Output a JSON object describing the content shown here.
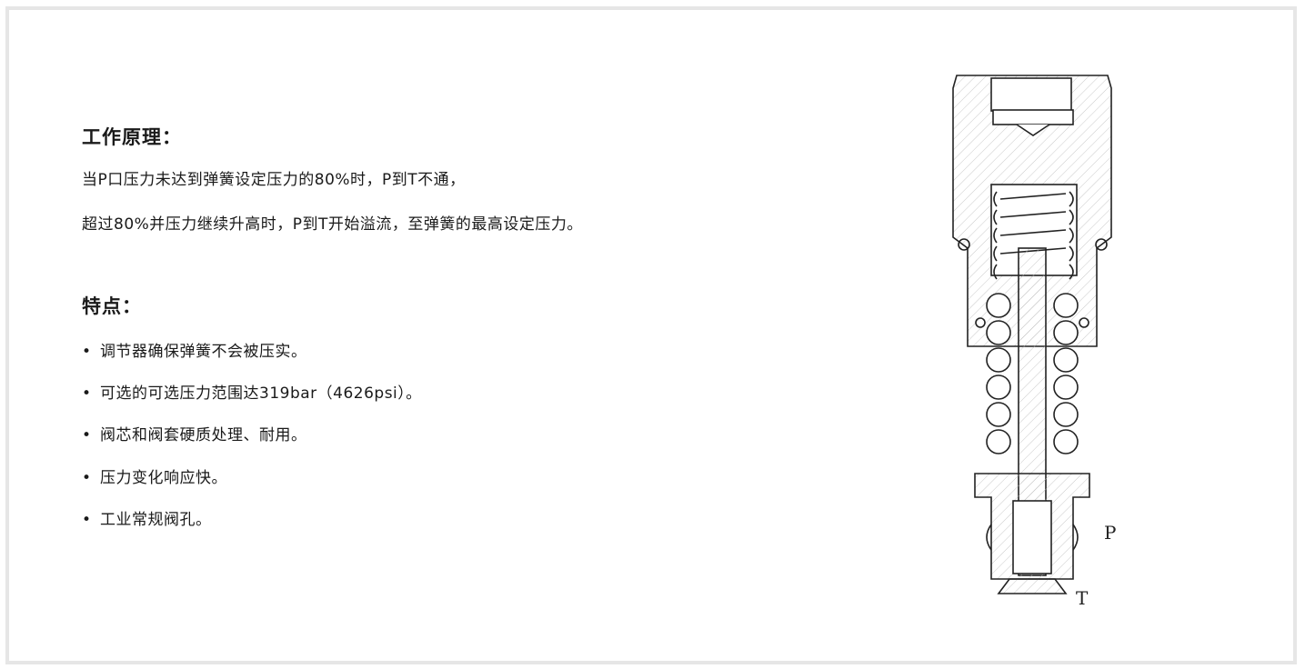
{
  "principle": {
    "title": "工作原理：",
    "lines": [
      "当P口压力未达到弹簧设定压力的80%时，P到T不通，",
      "超过80%并压力继续升高时，P到T开始溢流，至弹簧的最高设定压力。"
    ]
  },
  "features": {
    "title": "特点：",
    "bullet_symbol": "•",
    "items": [
      "调节器确保弹簧不会被压实。",
      "可选的可选压力范围达319bar（4626psi）。",
      "阀芯和阀套硬质处理、耐用。",
      "压力变化响应快。",
      "工业常规阀孔。"
    ]
  },
  "diagram": {
    "port_p": "P",
    "port_t": "T"
  }
}
